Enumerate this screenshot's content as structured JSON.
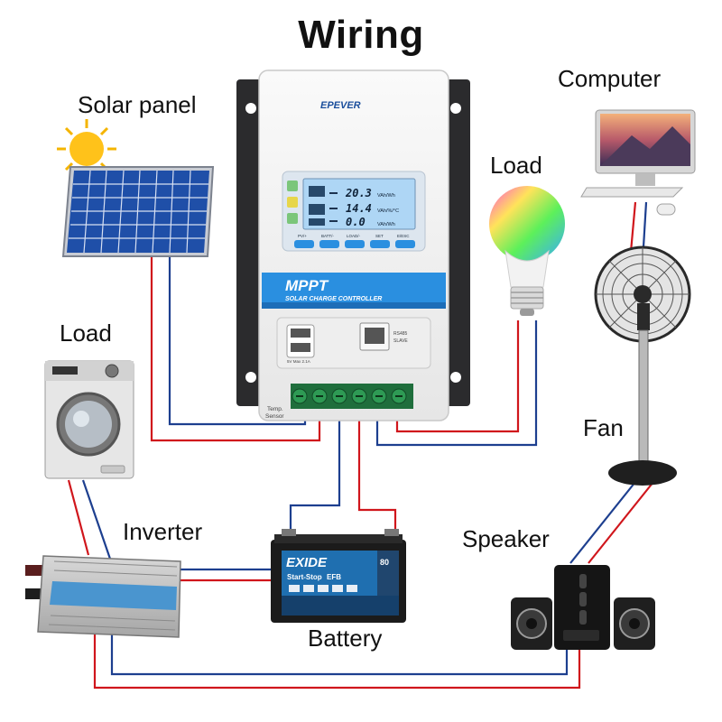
{
  "title": "Wiring",
  "labels": {
    "solar_panel": "Solar panel",
    "load_left": "Load",
    "inverter": "Inverter",
    "battery": "Battery",
    "load_right": "Load",
    "computer": "Computer",
    "fan": "Fan",
    "speaker": "Speaker"
  },
  "controller": {
    "brand": "EPEVER",
    "mode": "MPPT",
    "subtitle": "SOLAR CHARGE CONTROLLER",
    "screen": {
      "row1_value": "20.3",
      "row1_unit": "VAh/Wh",
      "row2_value": "14.4",
      "row2_unit": "VAh/%/°C",
      "row3_value": "0.0",
      "row3_unit": "VAh/Wh"
    },
    "buttons": [
      "PV/+",
      "BATT/-",
      "LOAD/-",
      "SET",
      "E/ESC"
    ],
    "usb_label": "5V Max 2.1A",
    "port_label_1": "RS485",
    "port_label_2": "SLAVE",
    "temp_sensor_label_1": "Temp.",
    "temp_sensor_label_2": "Sensor"
  },
  "battery": {
    "brand": "EXIDE",
    "model": "Start-Stop",
    "model_suffix": "EFB",
    "capacity": "80"
  },
  "wire_colors": {
    "positive": "#d0161c",
    "negative": "#1d3f8f"
  },
  "icons": [
    "sun-icon",
    "solar-panel-icon",
    "washing-machine-icon",
    "inverter-icon",
    "battery-icon",
    "bulb-icon",
    "computer-icon",
    "fan-icon",
    "speaker-icon",
    "controller-icon"
  ]
}
